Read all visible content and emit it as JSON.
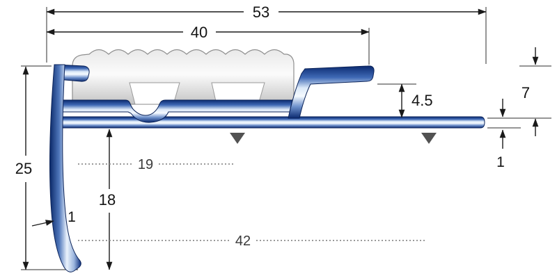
{
  "drawing": {
    "dimensions": {
      "overall_width": "53",
      "tread_insert_width": "40",
      "under_flange_height": "4.5",
      "back_edge_height": "7",
      "front_face_height": "25",
      "front_offset": "19",
      "front_drop": "18",
      "front_leg_thickness": "1",
      "base_flange_length": "42",
      "base_thickness": "1"
    },
    "colors": {
      "profile_dark_blue": "#0b2a70",
      "profile_light_blue": "#f5faff",
      "insert_light_gray": "#f0f0f0",
      "dimension_line": "#1a1a1a",
      "dotted_reference": "#8c8c8c",
      "fixing_marker": "#525252"
    }
  }
}
